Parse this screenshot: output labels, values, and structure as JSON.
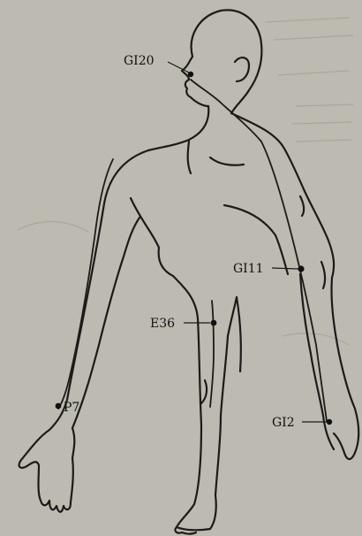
{
  "points": [
    {
      "id": "gi20",
      "label": "GI20"
    },
    {
      "id": "gi11",
      "label": "GI11"
    },
    {
      "id": "e36",
      "label": "E36"
    },
    {
      "id": "p7",
      "label": "P7"
    },
    {
      "id": "gi2",
      "label": "GI2"
    }
  ],
  "colors": {
    "paper": "#bdbab1",
    "ink": "#1c1b18"
  }
}
